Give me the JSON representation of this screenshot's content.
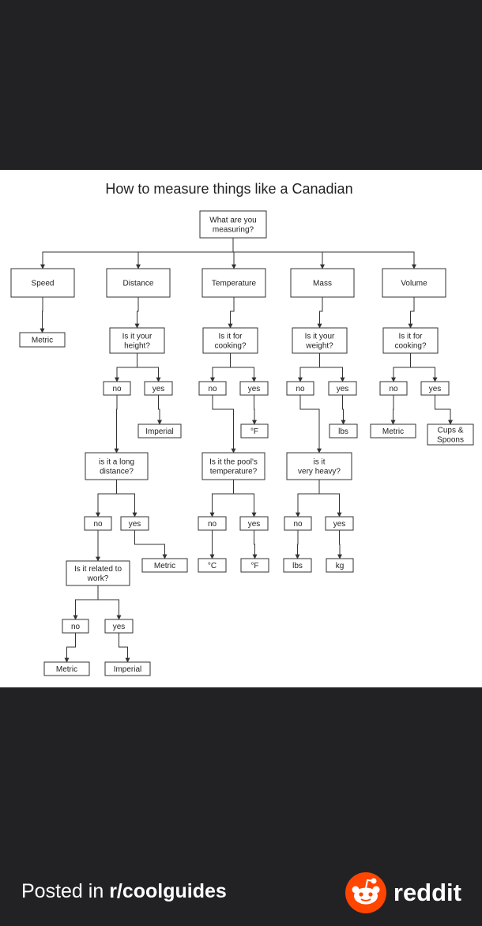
{
  "diagram": {
    "title": "How to measure things like a Canadian",
    "nodes": [
      {
        "id": "root",
        "lines": [
          "What are you",
          "measuring?"
        ]
      },
      {
        "id": "speed",
        "lines": [
          "Speed"
        ]
      },
      {
        "id": "distance",
        "lines": [
          "Distance"
        ]
      },
      {
        "id": "temperature",
        "lines": [
          "Temperature"
        ]
      },
      {
        "id": "mass",
        "lines": [
          "Mass"
        ]
      },
      {
        "id": "volume",
        "lines": [
          "Volume"
        ]
      },
      {
        "id": "speed_metric",
        "lines": [
          "Metric"
        ]
      },
      {
        "id": "dist_height_q",
        "lines": [
          "Is it your",
          "height?"
        ]
      },
      {
        "id": "temp_cook_q",
        "lines": [
          "Is it for",
          "cooking?"
        ]
      },
      {
        "id": "mass_weight_q",
        "lines": [
          "Is it your",
          "weight?"
        ]
      },
      {
        "id": "vol_cook_q",
        "lines": [
          "Is it for",
          "cooking?"
        ]
      },
      {
        "id": "dist_h_no",
        "lines": [
          "no"
        ]
      },
      {
        "id": "dist_h_yes",
        "lines": [
          "yes"
        ]
      },
      {
        "id": "temp_c_no",
        "lines": [
          "no"
        ]
      },
      {
        "id": "temp_c_yes",
        "lines": [
          "yes"
        ]
      },
      {
        "id": "mass_w_no",
        "lines": [
          "no"
        ]
      },
      {
        "id": "mass_w_yes",
        "lines": [
          "yes"
        ]
      },
      {
        "id": "vol_c_no",
        "lines": [
          "no"
        ]
      },
      {
        "id": "vol_c_yes",
        "lines": [
          "yes"
        ]
      },
      {
        "id": "dist_imperial1",
        "lines": [
          "Imperial"
        ]
      },
      {
        "id": "temp_f1",
        "lines": [
          "°F"
        ]
      },
      {
        "id": "mass_lbs1",
        "lines": [
          "lbs"
        ]
      },
      {
        "id": "vol_metric",
        "lines": [
          "Metric"
        ]
      },
      {
        "id": "vol_cups",
        "lines": [
          "Cups &",
          "Spoons"
        ]
      },
      {
        "id": "dist_long_q",
        "lines": [
          "is it a long",
          "distance?"
        ]
      },
      {
        "id": "temp_pool_q",
        "lines": [
          "Is it the pool's",
          "temperature?"
        ]
      },
      {
        "id": "mass_heavy_q",
        "lines": [
          "is it",
          "very heavy?"
        ]
      },
      {
        "id": "dist_l_no",
        "lines": [
          "no"
        ]
      },
      {
        "id": "dist_l_yes",
        "lines": [
          "yes"
        ]
      },
      {
        "id": "temp_p_no",
        "lines": [
          "no"
        ]
      },
      {
        "id": "temp_p_yes",
        "lines": [
          "yes"
        ]
      },
      {
        "id": "mass_h_no",
        "lines": [
          "no"
        ]
      },
      {
        "id": "mass_h_yes",
        "lines": [
          "yes"
        ]
      },
      {
        "id": "dist_metric1",
        "lines": [
          "Metric"
        ]
      },
      {
        "id": "temp_c",
        "lines": [
          "°C"
        ]
      },
      {
        "id": "temp_f2",
        "lines": [
          "°F"
        ]
      },
      {
        "id": "mass_lbs2",
        "lines": [
          "lbs"
        ]
      },
      {
        "id": "mass_kg",
        "lines": [
          "kg"
        ]
      },
      {
        "id": "dist_work_q",
        "lines": [
          "Is it related to",
          "work?"
        ]
      },
      {
        "id": "dist_w_no",
        "lines": [
          "no"
        ]
      },
      {
        "id": "dist_w_yes",
        "lines": [
          "yes"
        ]
      },
      {
        "id": "dist_metric2",
        "lines": [
          "Metric"
        ]
      },
      {
        "id": "dist_imperial2",
        "lines": [
          "Imperial"
        ]
      }
    ],
    "edges": [
      [
        "root",
        "speed"
      ],
      [
        "root",
        "distance"
      ],
      [
        "root",
        "temperature"
      ],
      [
        "root",
        "mass"
      ],
      [
        "root",
        "volume"
      ],
      [
        "speed",
        "speed_metric"
      ],
      [
        "distance",
        "dist_height_q"
      ],
      [
        "temperature",
        "temp_cook_q"
      ],
      [
        "mass",
        "mass_weight_q"
      ],
      [
        "volume",
        "vol_cook_q"
      ],
      [
        "dist_height_q",
        "dist_h_no"
      ],
      [
        "dist_height_q",
        "dist_h_yes"
      ],
      [
        "temp_cook_q",
        "temp_c_no"
      ],
      [
        "temp_cook_q",
        "temp_c_yes"
      ],
      [
        "mass_weight_q",
        "mass_w_no"
      ],
      [
        "mass_weight_q",
        "mass_w_yes"
      ],
      [
        "vol_cook_q",
        "vol_c_no"
      ],
      [
        "vol_cook_q",
        "vol_c_yes"
      ],
      [
        "dist_h_yes",
        "dist_imperial1"
      ],
      [
        "temp_c_yes",
        "temp_f1"
      ],
      [
        "mass_w_yes",
        "mass_lbs1"
      ],
      [
        "vol_c_no",
        "vol_metric"
      ],
      [
        "vol_c_yes",
        "vol_cups"
      ],
      [
        "dist_h_no",
        "dist_long_q"
      ],
      [
        "temp_c_no",
        "temp_pool_q"
      ],
      [
        "mass_w_no",
        "mass_heavy_q"
      ],
      [
        "dist_long_q",
        "dist_l_no"
      ],
      [
        "dist_long_q",
        "dist_l_yes"
      ],
      [
        "temp_pool_q",
        "temp_p_no"
      ],
      [
        "temp_pool_q",
        "temp_p_yes"
      ],
      [
        "mass_heavy_q",
        "mass_h_no"
      ],
      [
        "mass_heavy_q",
        "mass_h_yes"
      ],
      [
        "dist_l_yes",
        "dist_metric1"
      ],
      [
        "temp_p_no",
        "temp_c"
      ],
      [
        "temp_p_yes",
        "temp_f2"
      ],
      [
        "mass_h_no",
        "mass_lbs2"
      ],
      [
        "mass_h_yes",
        "mass_kg"
      ],
      [
        "dist_l_no",
        "dist_work_q"
      ],
      [
        "dist_work_q",
        "dist_w_no"
      ],
      [
        "dist_work_q",
        "dist_w_yes"
      ],
      [
        "dist_w_no",
        "dist_metric2"
      ],
      [
        "dist_w_yes",
        "dist_imperial2"
      ]
    ]
  },
  "footer": {
    "posted_prefix": "Posted in ",
    "subreddit": "r/coolguides",
    "brand": "reddit"
  },
  "colors": {
    "background": "#222225",
    "reddit_orange": "#ff4500"
  }
}
